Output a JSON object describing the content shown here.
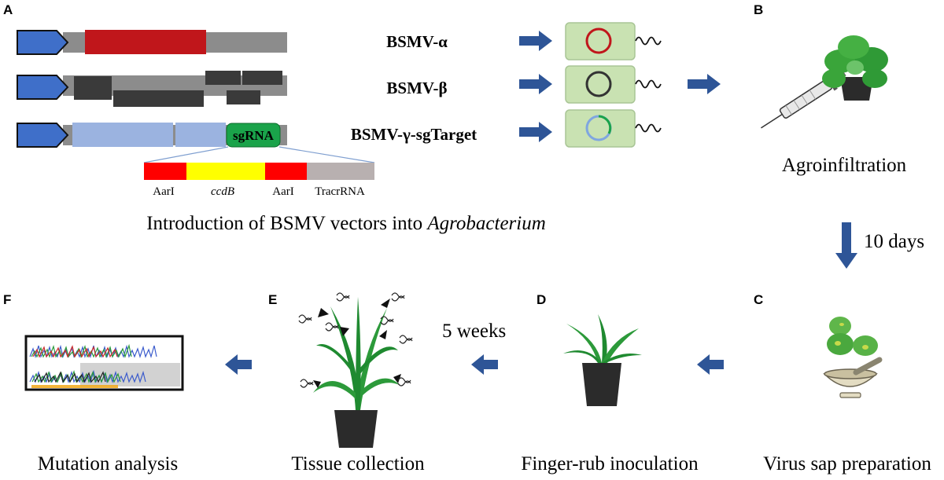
{
  "panels": {
    "A": "A",
    "B": "B",
    "C": "C",
    "D": "D",
    "E": "E",
    "F": "F"
  },
  "vectors": [
    {
      "label": "BSMV-α",
      "ring_color": "#c0161b"
    },
    {
      "label": "BSMV-β",
      "ring_color": "#333333"
    },
    {
      "label": "BSMV-γ-sgTarget",
      "ring_color": "#7fa6e0"
    }
  ],
  "sgrna_label": "sgRNA",
  "cassette_labels": {
    "aari_1": "AarI",
    "ccdb": "ccdB",
    "aari_2": "AarI",
    "tracrrna": "TracrRNA"
  },
  "introduction": {
    "prefix": "Introduction of BSMV vectors into ",
    "organism": "Agrobacterium"
  },
  "steps": {
    "agroinfiltration": "Agroinfiltration",
    "ten_days": "10 days",
    "virus_sap": "Virus sap preparation",
    "finger_rub": "Finger-rub inoculation",
    "five_weeks": "5 weeks",
    "tissue": "Tissue collection",
    "mutation": "Mutation analysis"
  },
  "colors": {
    "promoter": "#3f6fc9",
    "alpha_gene": "#c0161b",
    "backbone": "#8c8c8c",
    "beta_gene": "#3a3a3a",
    "gamma_gene": "#9bb3e0",
    "sgrna": "#1aa34a",
    "aari": "#ff0000",
    "ccdb": "#ffff00",
    "tracr": "#b8b0b0",
    "arrow": "#2e5597",
    "plate_fill": "#c9e2b2",
    "leaf": "#2d9a3b",
    "pot": "#333333"
  }
}
